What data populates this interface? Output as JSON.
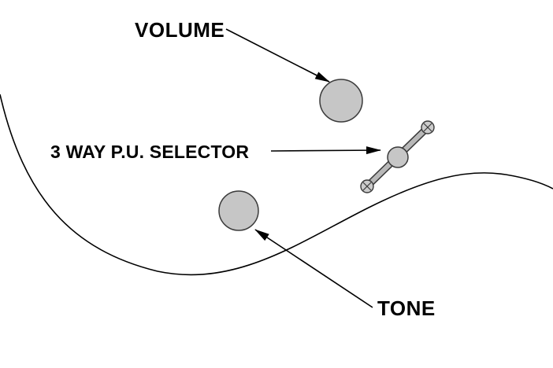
{
  "diagram": {
    "title_context": "Guitar control layout diagram",
    "labels": {
      "volume": "VOLUME",
      "selector": "3 WAY P.U. SELECTOR",
      "tone": "TONE"
    },
    "colors": {
      "background": "#ffffff",
      "line": "#000000",
      "knob_fill": "#c6c6c6",
      "knob_stroke": "#3a3a3a",
      "lever_fill": "#b8b8b8",
      "screw_fill": "#cccccc"
    }
  }
}
